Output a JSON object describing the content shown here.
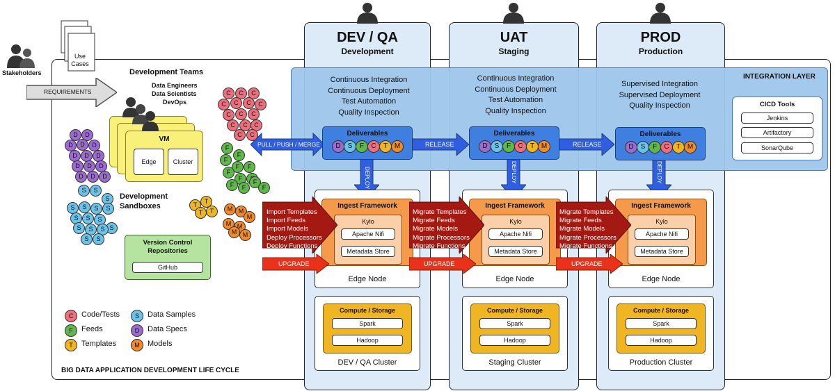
{
  "stakeholders": "Stakeholders",
  "use_cases": [
    "Use",
    "Cases"
  ],
  "requirements": "REQUIREMENTS",
  "dev_teams": {
    "title": "Development Teams",
    "members": [
      "Data Engineers",
      "Data Scientists",
      "DevOps"
    ]
  },
  "vm": {
    "title": "VM",
    "edge": "Edge",
    "cluster": "Cluster"
  },
  "dev_sandboxes": [
    "Development",
    "Sandboxes"
  ],
  "version_control": {
    "title": [
      "Version Control",
      "Repositories"
    ],
    "item": "GitHub"
  },
  "outer_label": "BIG DATA APPLICATION DEVELOPMENT LIFE CYCLE",
  "integration_layer": "INTEGRATION LAYER",
  "cicd": {
    "title": "CICD Tools",
    "items": [
      "Jenkins",
      "Artifactory",
      "SonarQube"
    ]
  },
  "arrows": {
    "pull_push_merge": "PULL / PUSH / MERGE",
    "release": "RELEASE",
    "deploy": "DEPLOY",
    "upgrade": "UPGRADE"
  },
  "import_list": [
    "Import Templates",
    "Import Feeds",
    "Import Models",
    "Deploy Processors",
    "Deploy Functions"
  ],
  "migrate_list": [
    "Migrate Templates",
    "Migrate Feeds",
    "Migrate Models",
    "Migrate Processors",
    "Migrate Functions"
  ],
  "deliverables": {
    "title": "Deliverables",
    "dots": [
      {
        "letter": "D",
        "color": "#9b6bd0"
      },
      {
        "letter": "S",
        "color": "#6cc3ea"
      },
      {
        "letter": "F",
        "color": "#5fb84a"
      },
      {
        "letter": "C",
        "color": "#ee6e7c"
      },
      {
        "letter": "T",
        "color": "#f0b522"
      },
      {
        "letter": "M",
        "color": "#f08a2a"
      }
    ]
  },
  "environments": [
    {
      "title": "DEV / QA",
      "subtitle": "Development",
      "integration": [
        "Continuous Integration",
        "Continuous Deployment",
        "Test Automation",
        "Quality Inspection"
      ],
      "cluster": "DEV / QA Cluster"
    },
    {
      "title": "UAT",
      "subtitle": "Staging",
      "integration": [
        "Continuous Integration",
        "Continuous Deployment",
        "Test Automation",
        "Quality Inspection"
      ],
      "cluster": "Staging Cluster"
    },
    {
      "title": "PROD",
      "subtitle": "Production",
      "integration": [
        "Supervised Integration",
        "Supervised Deployment",
        "Quality Inspection"
      ],
      "cluster": "Production Cluster"
    }
  ],
  "edge_node": {
    "ingest": "Ingest Framework",
    "kylo": "Kylo",
    "nifi": "Apache Nifi",
    "metadata": "Metadata Store",
    "label": "Edge Node"
  },
  "compute": {
    "title": "Compute / Storage",
    "spark": "Spark",
    "hadoop": "Hadoop"
  },
  "legend": [
    {
      "letter": "C",
      "label": "Code/Tests",
      "color": "#ee6e7c"
    },
    {
      "letter": "S",
      "label": "Data Samples",
      "color": "#6cc3ea"
    },
    {
      "letter": "F",
      "label": "Feeds",
      "color": "#5fb84a"
    },
    {
      "letter": "D",
      "label": "Data Specs",
      "color": "#9b6bd0"
    },
    {
      "letter": "T",
      "label": "Templates",
      "color": "#f0b522"
    },
    {
      "letter": "M",
      "label": "Models",
      "color": "#f08a2a"
    }
  ]
}
